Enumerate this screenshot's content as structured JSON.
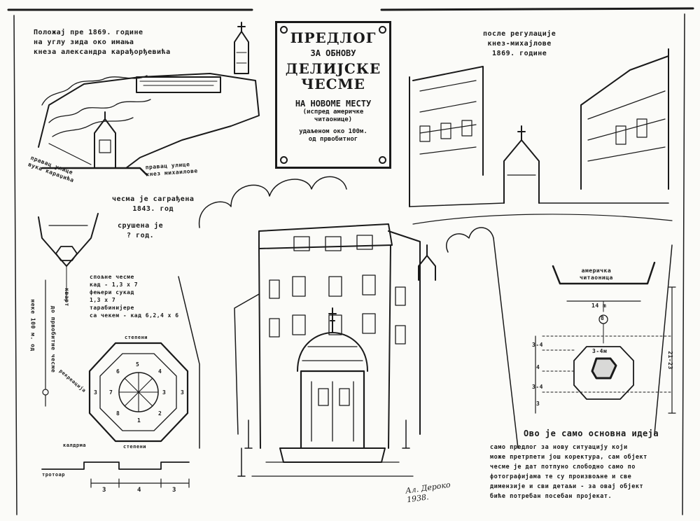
{
  "title": {
    "line1": "ПРЕДЛОГ",
    "line2": "ЗА ОБНОВУ",
    "line3": "ДЕЛИЈСКЕ",
    "line4": "ЧЕСМЕ",
    "line5": "НА НОВОМЕ МЕСТУ",
    "line6": "(испред америчке",
    "line7": "читаонице)",
    "line8": "удаљеном око 100м.",
    "line9": "од првобитног"
  },
  "top_left": {
    "caption": [
      "Положај пре 1869. године",
      "на углу зида око имања",
      "кнеза александра карађорђевића"
    ],
    "label_a": [
      "правац улице",
      "вука караџића"
    ],
    "label_b": [
      "правац улице",
      "кнез михаилове"
    ]
  },
  "top_right": {
    "caption": [
      "после регулације",
      "кнез-михајлове",
      "1869. године"
    ]
  },
  "left_middle": {
    "built": [
      "чесма је саграђена",
      "1843. год"
    ],
    "demolished": [
      "срушена је",
      "? год."
    ],
    "dims": [
      "спољне чесме",
      "кад - 1,3 х 7",
      "фењери сукад",
      "1,3 х 7",
      "тарабинијере",
      "са чекем - кад 6,2,4 х 6"
    ],
    "stairs_top": "степени",
    "stairs_bottom": "степени",
    "sidewalk": "тротоар",
    "pavement": "калдрма",
    "vertical_a": "до првобитне чесме",
    "vertical_b": "неке 100 м. од",
    "vertical_c": "кварт",
    "side_note": "рекреација",
    "dim_1": "3",
    "dim_2": "4",
    "dim_3": "3",
    "octagon_numbers": [
      "5",
      "4",
      "6",
      "7",
      "3",
      "8",
      "2",
      "1",
      "3",
      "3"
    ]
  },
  "right_plan": {
    "building": [
      "америчка",
      "читаоница"
    ],
    "width": "14 m",
    "marker": "8",
    "inner": "3-4м",
    "left_dims": [
      "3-4",
      "4",
      "3-4",
      "3"
    ],
    "right_dim": "21-23"
  },
  "note": {
    "heading": "Ово је само основна идеја",
    "body": [
      "само предлог за нову ситуацију који",
      "може претрпети још коректура, сам објект",
      "чесме је дат потпуно слободно само по",
      "фотографијама те су произвољне и све",
      "димензије и сви детаљи - за овај објект",
      "биће потребан посебан пројекат."
    ]
  },
  "signature": [
    "Ал. Дероко",
    "1938."
  ]
}
